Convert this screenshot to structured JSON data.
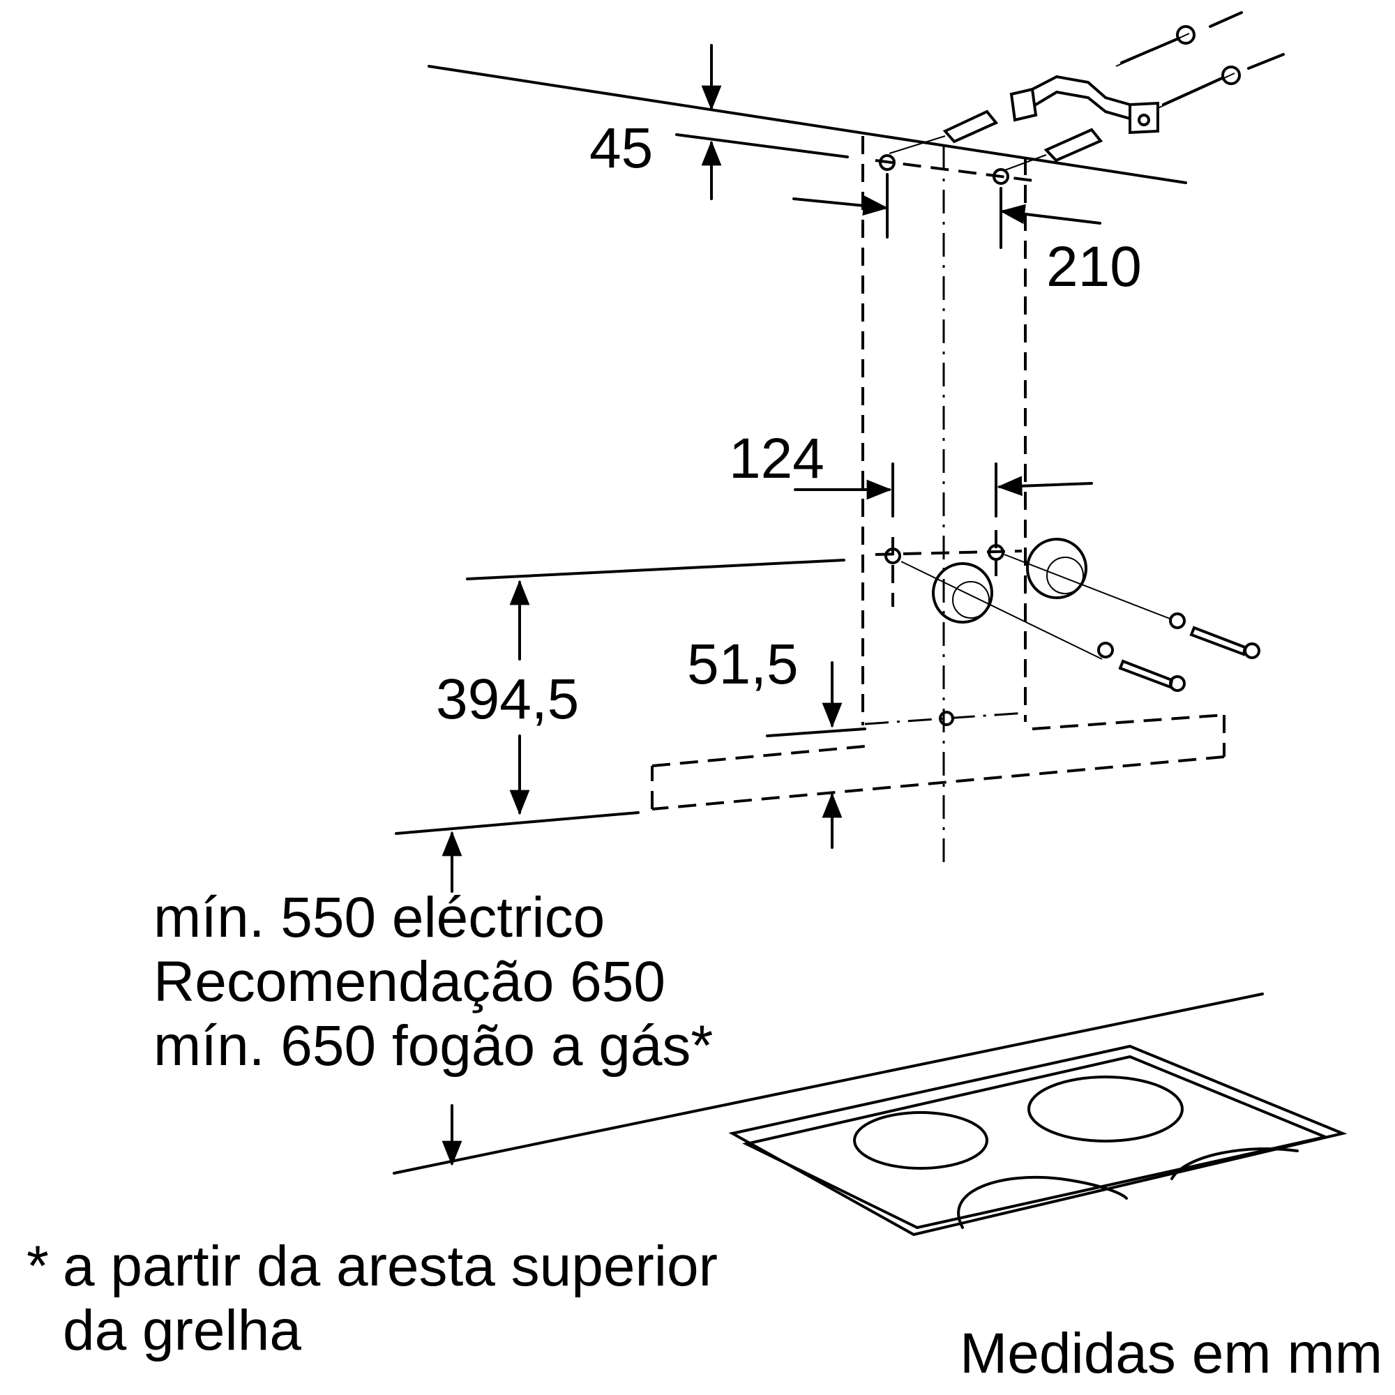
{
  "dimensions": {
    "top_offset": "45",
    "bracket_width": "210",
    "hole_spacing": "124",
    "hole_offset": "51,5",
    "bracket_height": "394,5"
  },
  "requirements": {
    "line1": "mín. 550 eléctrico",
    "line2": "Recomendação 650",
    "line3": "mín. 650 fogão a gás*"
  },
  "footnote": {
    "marker": "*",
    "line1": "a partir da aresta superior",
    "line2": "da grelha"
  },
  "units_label": "Medidas em mm",
  "icons": [
    "screw-icon",
    "wall-plug-icon",
    "washer-icon",
    "mounting-bracket-icon",
    "cooktop-icon"
  ]
}
